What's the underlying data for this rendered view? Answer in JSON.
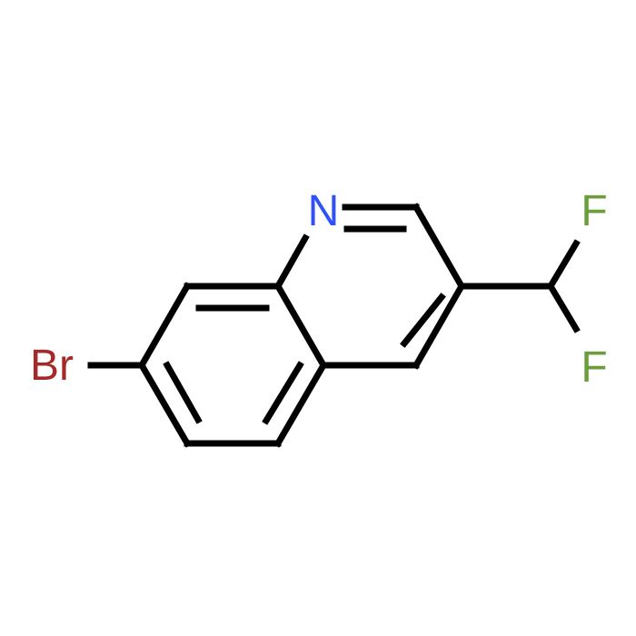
{
  "molecule": {
    "atoms": {
      "n": {
        "label": "N",
        "color": "#3050F8"
      },
      "br": {
        "label": "Br",
        "color": "#A62929"
      },
      "f1": {
        "label": "F",
        "color": "#6B9E3A"
      },
      "f2": {
        "label": "F",
        "color": "#6B9E3A"
      }
    },
    "bond_color": "#000000",
    "background": "#FFFFFF"
  }
}
